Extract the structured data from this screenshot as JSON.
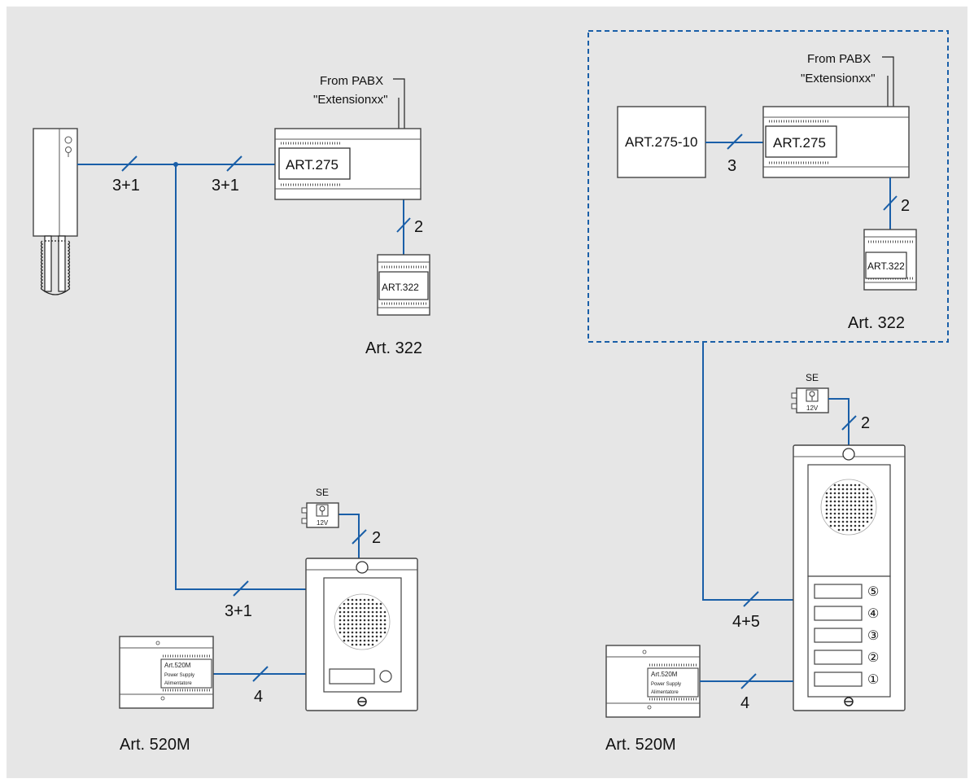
{
  "left": {
    "pabx_line1": "From PABX",
    "pabx_line2": "\"Extensionxx\"",
    "interface_label": "ART.275",
    "relay_label": "ART.322",
    "relay_caption": "Art. 322",
    "psu_caption": "Art. 520M",
    "psu_line1": "Art.520M",
    "psu_line2": "Power Supply",
    "psu_line3": "Alimentatore",
    "lock_label": "SE",
    "lock_voltage": "12V",
    "wires": {
      "handset_to_split": "3+1",
      "split_to_interface": "3+1",
      "interface_to_relay": "2",
      "split_to_panel": "3+1",
      "lock_to_panel": "2",
      "psu_to_panel": "4"
    }
  },
  "right": {
    "pabx_line1": "From PABX",
    "pabx_line2": "\"Extensionxx\"",
    "module_label": "ART.275-10",
    "interface_label": "ART.275",
    "relay_label": "ART.322",
    "relay_caption": "Art. 322",
    "psu_caption": "Art. 520M",
    "psu_line1": "Art.520M",
    "psu_line2": "Power Supply",
    "psu_line3": "Alimentatore",
    "lock_label": "SE",
    "lock_voltage": "12V",
    "buttons": [
      "⑤",
      "④",
      "③",
      "②",
      "①"
    ],
    "wires": {
      "module_to_interface": "3",
      "interface_to_relay": "2",
      "lock_to_panel": "2",
      "box_to_panel": "4+5",
      "psu_to_panel": "4"
    }
  },
  "colors": {
    "wire": "#1a5fa8",
    "background": "#e6e6e6",
    "box_dashed": "#1a5fa8"
  }
}
